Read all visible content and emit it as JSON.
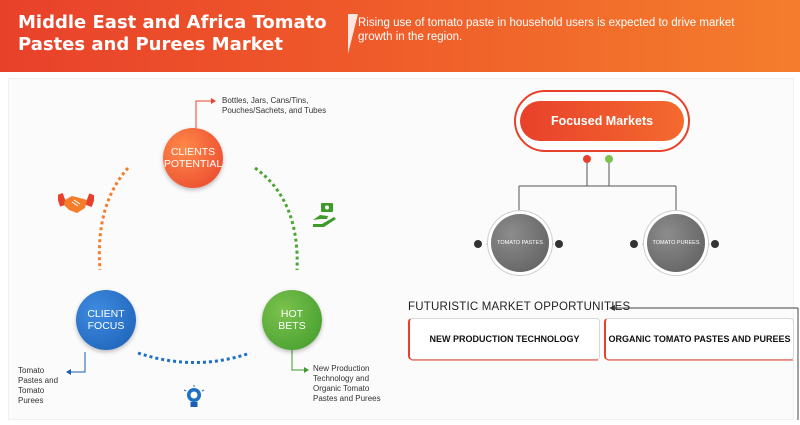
{
  "header": {
    "title": "Middle East and Africa Tomato Pastes and Purees Market",
    "description": "Rising use of tomato paste in household users is expected to drive market growth in the region."
  },
  "cycle": {
    "clients_potential": {
      "label_line1": "CLIENTS",
      "label_line2": "POTENTIAL",
      "note": "Bottles, Jars, Cans/Tins, Pouches/Sachets, and Tubes"
    },
    "client_focus": {
      "label_line1": "CLIENT",
      "label_line2": "FOCUS",
      "note": "Tomato Pastes and Tomato Purees"
    },
    "hot_bets": {
      "label_line1": "HOT",
      "label_line2": "BETS",
      "note": "New Production Technology and Organic Tomato Pastes and Purees"
    },
    "icons": [
      "handshake-icon",
      "money-hand-icon",
      "lightbulb-icon"
    ]
  },
  "focused_markets": {
    "title": "Focused Markets",
    "markets": [
      "TOMATO PASTES",
      "TOMATO PUREES"
    ]
  },
  "futuristic": {
    "title": "FUTURISTIC MARKET OPPORTUNITIES",
    "items": [
      "NEW PRODUCTION TECHNOLOGY",
      "ORGANIC TOMATO PASTES AND PUREES"
    ]
  },
  "colors": {
    "orange": "#e8412b",
    "blue": "#1a5fb4",
    "green": "#3e9a2a",
    "grey": "#5b5b5b"
  }
}
